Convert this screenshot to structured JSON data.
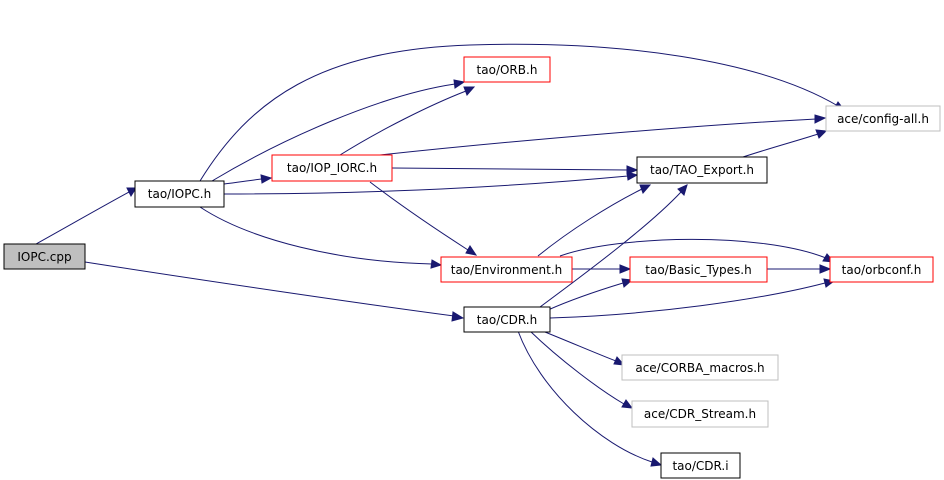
{
  "colors": {
    "edge": "#191970",
    "border_red": "#ff0000",
    "border_black": "#000000",
    "border_grey": "#bfbfbf",
    "root_fill": "#bfbfbf",
    "node_fill": "#ffffff"
  },
  "nodes": {
    "iopc_cpp": {
      "label": "IOPC.cpp",
      "style": "root"
    },
    "iopc_h": {
      "label": "tao/IOPC.h",
      "style": "black"
    },
    "orb_h": {
      "label": "tao/ORB.h",
      "style": "red"
    },
    "iop_iorc_h": {
      "label": "tao/IOP_IORC.h",
      "style": "red"
    },
    "config_all_h": {
      "label": "ace/config-all.h",
      "style": "grey"
    },
    "tao_export_h": {
      "label": "tao/TAO_Export.h",
      "style": "black"
    },
    "environment_h": {
      "label": "tao/Environment.h",
      "style": "red"
    },
    "basic_types_h": {
      "label": "tao/Basic_Types.h",
      "style": "red"
    },
    "orbconf_h": {
      "label": "tao/orbconf.h",
      "style": "red"
    },
    "cdr_h": {
      "label": "tao/CDR.h",
      "style": "black"
    },
    "corba_macros_h": {
      "label": "ace/CORBA_macros.h",
      "style": "grey"
    },
    "cdr_stream_h": {
      "label": "ace/CDR_Stream.h",
      "style": "grey"
    },
    "cdr_i": {
      "label": "tao/CDR.i",
      "style": "black"
    }
  },
  "edges": [
    {
      "from": "iopc_cpp",
      "to": "iopc_h"
    },
    {
      "from": "iopc_cpp",
      "to": "cdr_h"
    },
    {
      "from": "iopc_h",
      "to": "config_all_h"
    },
    {
      "from": "iopc_h",
      "to": "orb_h"
    },
    {
      "from": "iopc_h",
      "to": "iop_iorc_h"
    },
    {
      "from": "iopc_h",
      "to": "tao_export_h"
    },
    {
      "from": "iopc_h",
      "to": "environment_h"
    },
    {
      "from": "iop_iorc_h",
      "to": "orb_h"
    },
    {
      "from": "iop_iorc_h",
      "to": "config_all_h"
    },
    {
      "from": "iop_iorc_h",
      "to": "tao_export_h"
    },
    {
      "from": "iop_iorc_h",
      "to": "environment_h"
    },
    {
      "from": "tao_export_h",
      "to": "config_all_h"
    },
    {
      "from": "environment_h",
      "to": "tao_export_h"
    },
    {
      "from": "environment_h",
      "to": "basic_types_h"
    },
    {
      "from": "environment_h",
      "to": "orbconf_h"
    },
    {
      "from": "basic_types_h",
      "to": "orbconf_h"
    },
    {
      "from": "cdr_h",
      "to": "tao_export_h"
    },
    {
      "from": "cdr_h",
      "to": "basic_types_h"
    },
    {
      "from": "cdr_h",
      "to": "orbconf_h"
    },
    {
      "from": "cdr_h",
      "to": "corba_macros_h"
    },
    {
      "from": "cdr_h",
      "to": "cdr_stream_h"
    },
    {
      "from": "cdr_h",
      "to": "cdr_i"
    }
  ]
}
